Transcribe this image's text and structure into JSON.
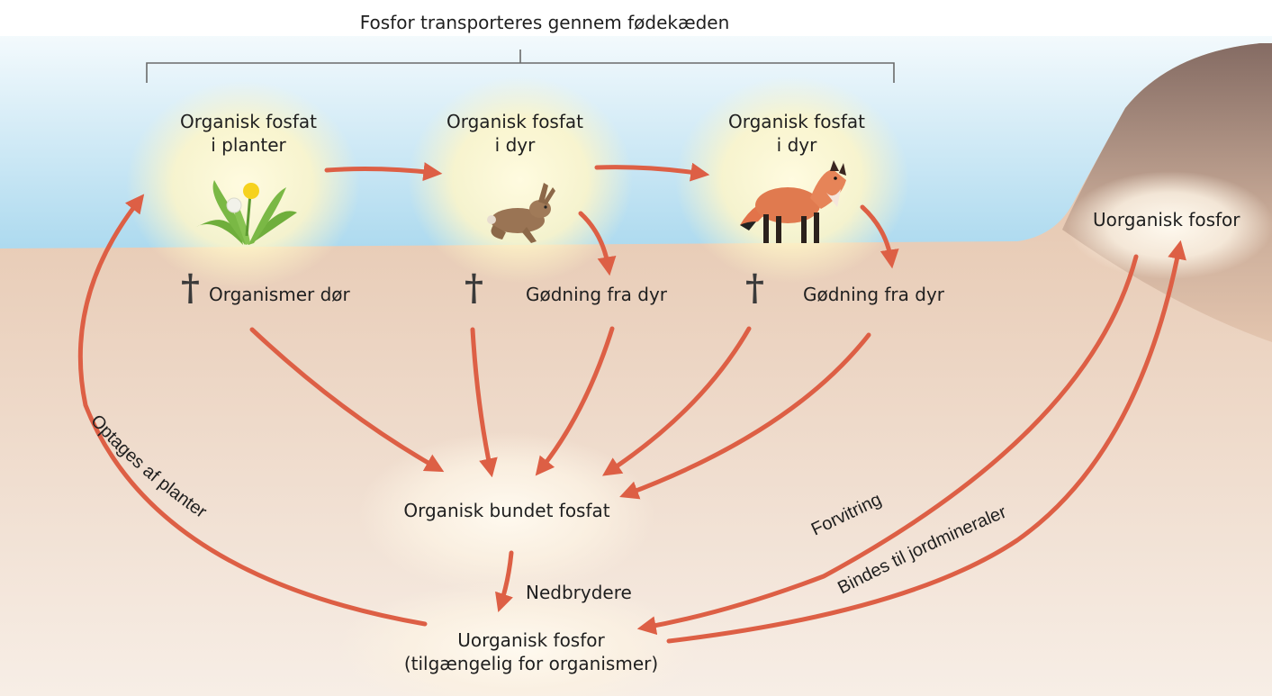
{
  "title": "Fosfor transporteres gennem fødekæden",
  "food_chain": {
    "plants": {
      "line1": "Organisk fosfat",
      "line2": "i planter"
    },
    "hare": {
      "line1": "Organisk fosfat",
      "line2": "i dyr"
    },
    "fox": {
      "line1": "Organisk fosfat",
      "line2": "i dyr"
    }
  },
  "ground": {
    "death_label": "Organismer dør",
    "manure_label_1": "Gødning fra dyr",
    "manure_label_2": "Gødning fra dyr",
    "death_symbol": "†"
  },
  "center": {
    "organic_bound": "Organisk bundet fosfat",
    "decomposers": "Nedbrydere",
    "inorganic_line1": "Uorganisk fosfor",
    "inorganic_line2": "(tilgængelig for organismer)"
  },
  "hill": {
    "inorganic": "Uorganisk fosfor"
  },
  "arcs": {
    "uptake": "Optages af planter",
    "weathering": "Forvitring",
    "binding": "Bindes til jordmineraler"
  },
  "colors": {
    "arrow": "#dd5f45",
    "sky_top": "#ffffff",
    "sky_bottom": "#a9d8ee",
    "soil_top": "#e4c2a7",
    "soil_bottom": "#f6ece4",
    "hill": "#8a716a"
  }
}
